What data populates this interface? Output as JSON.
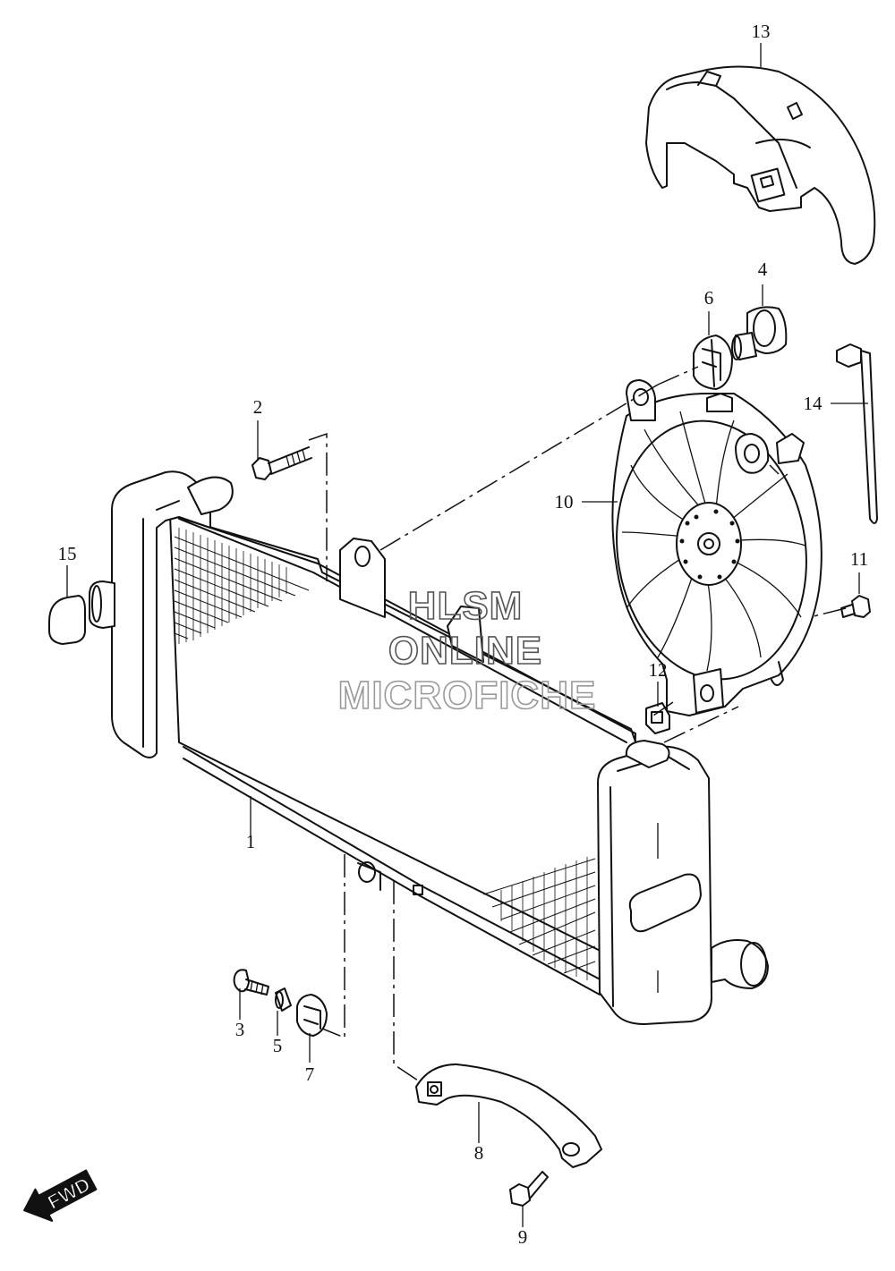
{
  "callouts": [
    {
      "id": "1",
      "label": "1"
    },
    {
      "id": "2",
      "label": "2"
    },
    {
      "id": "3",
      "label": "3"
    },
    {
      "id": "4",
      "label": "4"
    },
    {
      "id": "5",
      "label": "5"
    },
    {
      "id": "6",
      "label": "6"
    },
    {
      "id": "7",
      "label": "7"
    },
    {
      "id": "8",
      "label": "8"
    },
    {
      "id": "9",
      "label": "9"
    },
    {
      "id": "10",
      "label": "10"
    },
    {
      "id": "11",
      "label": "11"
    },
    {
      "id": "12",
      "label": "12"
    },
    {
      "id": "13",
      "label": "13"
    },
    {
      "id": "14",
      "label": "14"
    },
    {
      "id": "15",
      "label": "15"
    }
  ],
  "watermark": {
    "line1": "HLSM",
    "line2": "ONLINE",
    "line3": "MICROFICHE"
  },
  "direction_badge": {
    "text": "FWD"
  }
}
